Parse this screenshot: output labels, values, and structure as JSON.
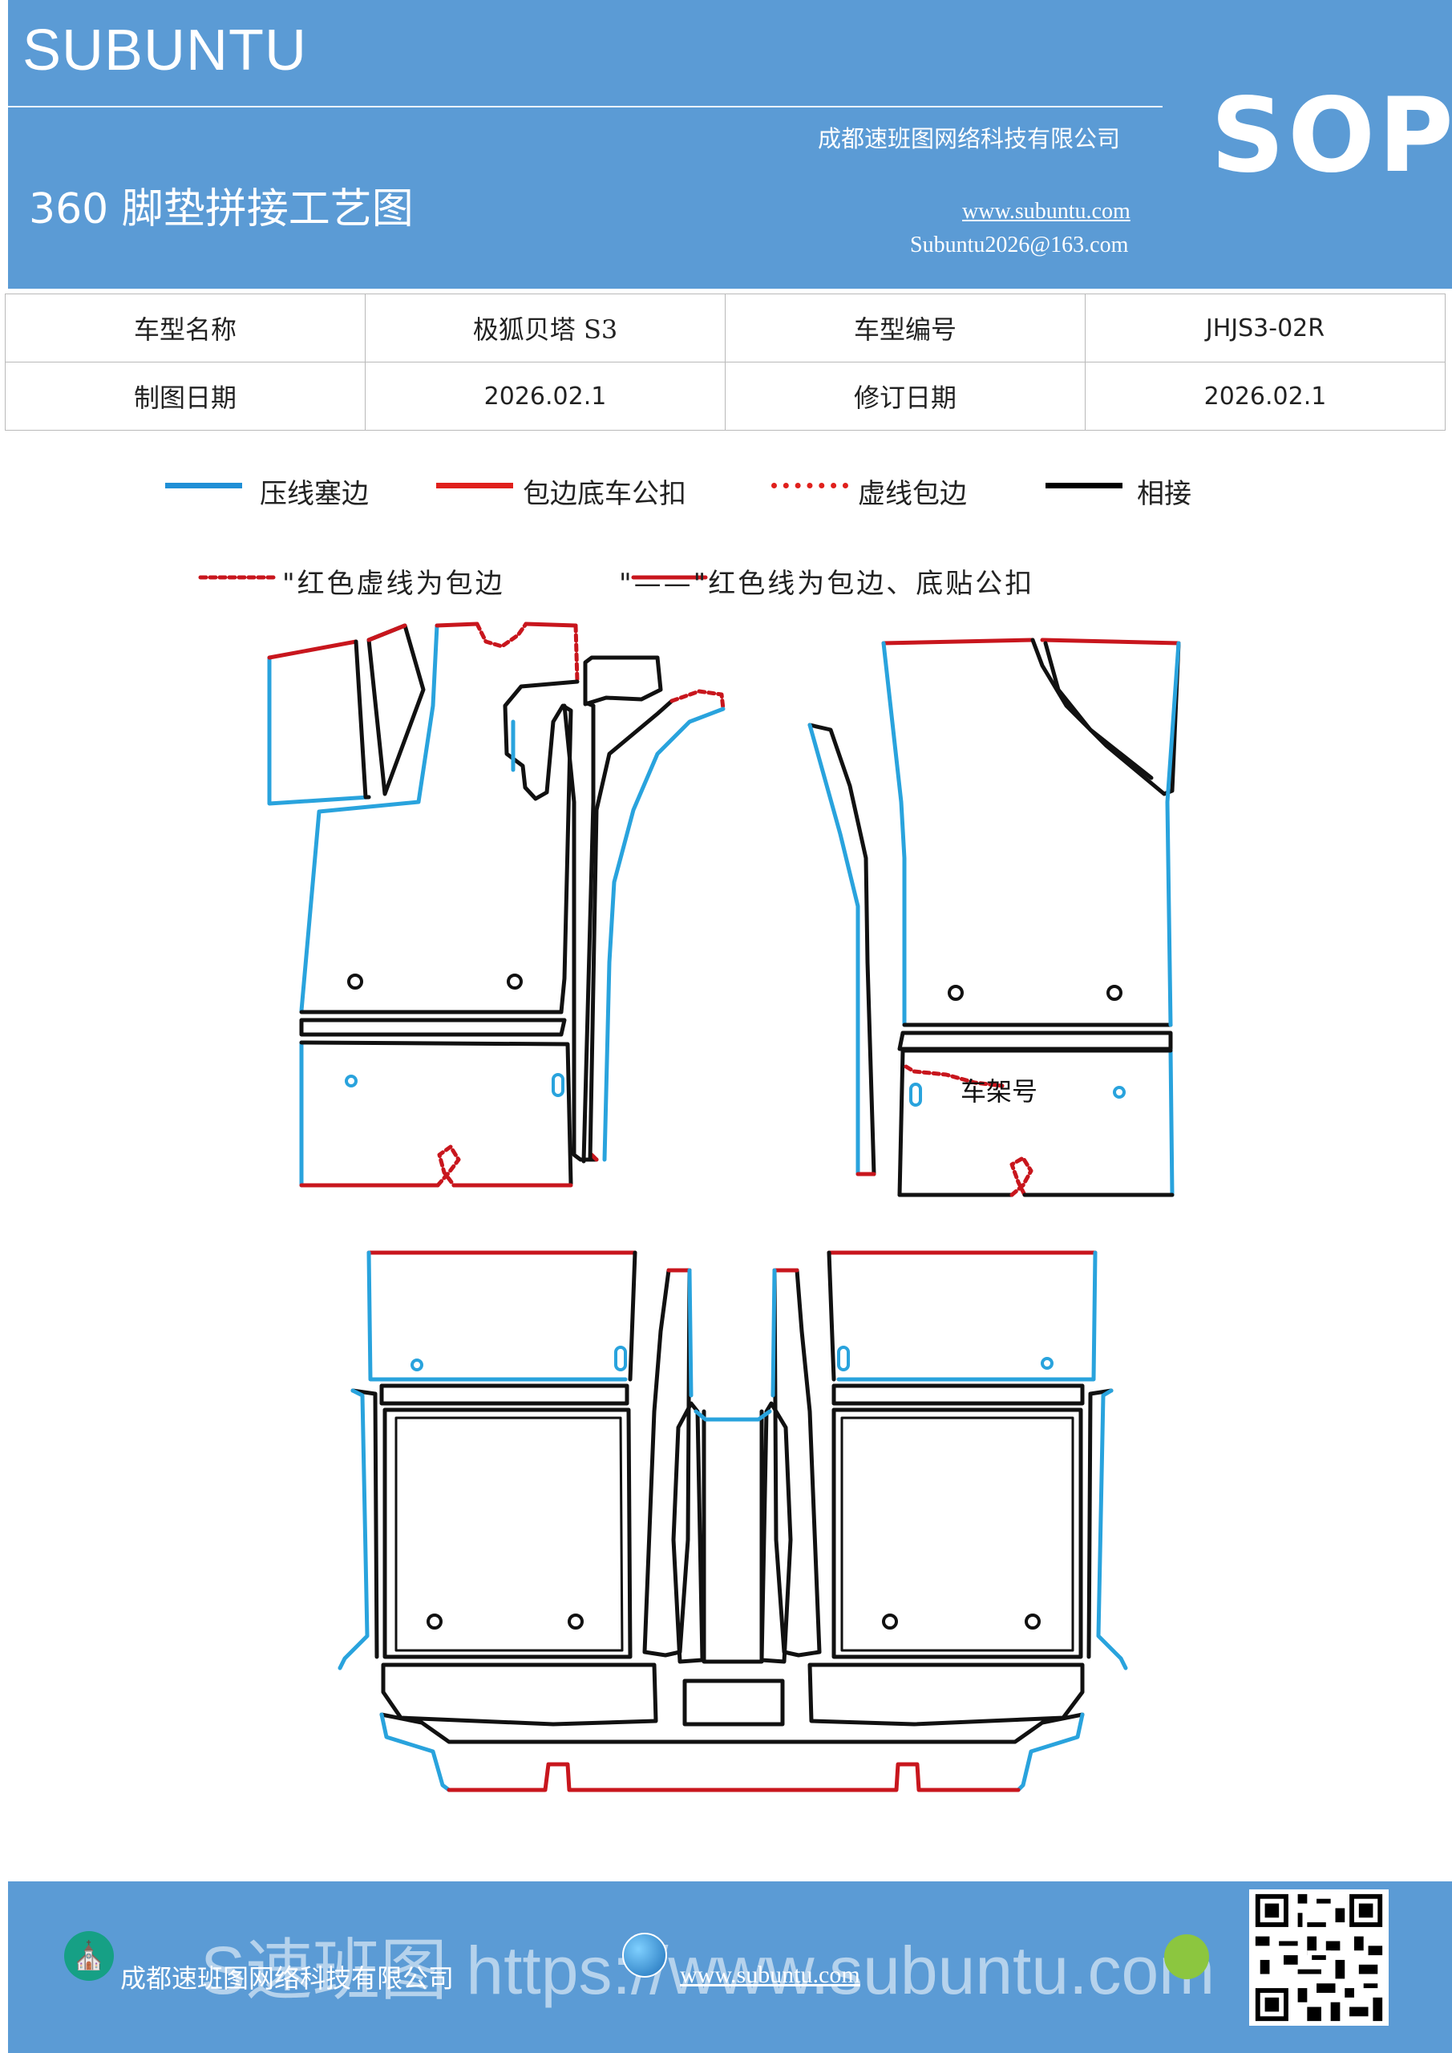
{
  "header": {
    "brand": "SUBUNTU",
    "sop": "SOP",
    "company": "成都速班图网络科技有限公司",
    "title": "360 脚垫拼接工艺图",
    "website": "www.subuntu.com",
    "email": "Subuntu2026@163.com"
  },
  "info": {
    "model_name_label": "车型名称",
    "model_name_value": "极狐贝塔 S3",
    "model_code_label": "车型编号",
    "model_code_value": "JHJS3-02R",
    "draw_date_label": "制图日期",
    "draw_date_value": "2026.02.1",
    "revise_date_label": "修订日期",
    "revise_date_value": "2026.02.1"
  },
  "legend": [
    {
      "label": "压线塞边",
      "color": "#1f8fd6",
      "style": "solid"
    },
    {
      "label": "包边底车公扣",
      "color": "#e0201c",
      "style": "solid"
    },
    {
      "label": "虚线包边",
      "color": "#e0201c",
      "style": "dotted"
    },
    {
      "label": "相接",
      "color": "#000000",
      "style": "solid"
    }
  ],
  "notes": {
    "dashed": "\"红色虚线为包边",
    "solid": "\"——\"红色线为包边、底贴公扣"
  },
  "diagram": {
    "frame_label": "车架号",
    "colors": {
      "blue": "#29a3dd",
      "red": "#c8161d",
      "black": "#111111"
    }
  },
  "footer": {
    "company": "成都速班图网络科技有限公司",
    "website": "www.subuntu.com",
    "watermark": "S速班图 https://www.subuntu.com"
  }
}
